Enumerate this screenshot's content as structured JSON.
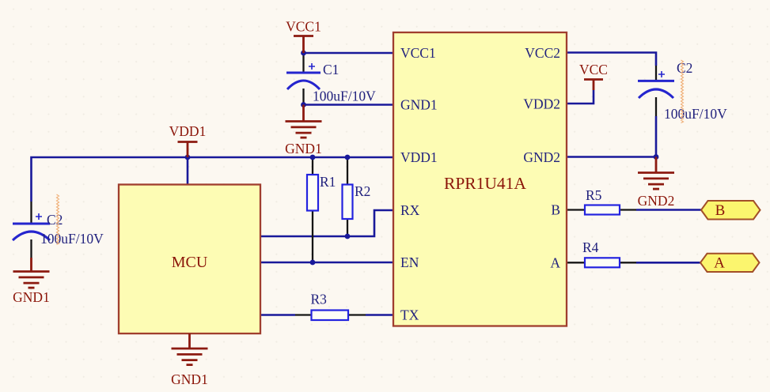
{
  "schematic": {
    "ic": {
      "designator": "RPR1U41A",
      "pins_left": [
        "VCC1",
        "GND1",
        "VDD1",
        "RX",
        "EN",
        "TX"
      ],
      "pins_right": [
        "VCC2",
        "VDD2",
        "GND2",
        "B",
        "A"
      ]
    },
    "mcu": {
      "designator": "MCU"
    },
    "capacitors": {
      "c1": {
        "designator": "C1",
        "value": "100uF/10V",
        "polarity_mark": "+"
      },
      "c2_left": {
        "designator": "C2",
        "value": "100uF/10V",
        "polarity_mark": "+"
      },
      "c2_right": {
        "designator": "C2",
        "value": "100uF/10V",
        "polarity_mark": "+"
      }
    },
    "resistors": {
      "r1": {
        "designator": "R1"
      },
      "r2": {
        "designator": "R2"
      },
      "r3": {
        "designator": "R3"
      },
      "r4": {
        "designator": "R4"
      },
      "r5": {
        "designator": "R5"
      }
    },
    "power_ports": {
      "vcc1": {
        "net": "VCC1"
      },
      "vdd1": {
        "net": "VDD1"
      },
      "vcc": {
        "net": "VCC"
      }
    },
    "grounds": {
      "gnd1_top": {
        "net": "GND1"
      },
      "gnd1_left": {
        "net": "GND1"
      },
      "gnd1_mcu": {
        "net": "GND1"
      },
      "gnd2": {
        "net": "GND2"
      }
    },
    "ports": {
      "b": {
        "label": "B"
      },
      "a": {
        "label": "A"
      }
    }
  },
  "colors": {
    "bg": "#FCF8F1",
    "grid-dot": "#F0ECE3",
    "wire": "#19199A",
    "lead": "#151515",
    "text-navy": "#22227E",
    "text-maroon": "#8B1509",
    "symbol-maroon": "#8C1A10",
    "body-fill": "#FDFCB4",
    "body-stroke": "#A03E2E",
    "res-stroke": "#2323DF",
    "res-fill": "#FDFDF6",
    "cap-stroke": "#2525CE",
    "port-fill": "#FBF56E",
    "port-stroke": "#A24E28",
    "error-marker": "#F0B078"
  }
}
